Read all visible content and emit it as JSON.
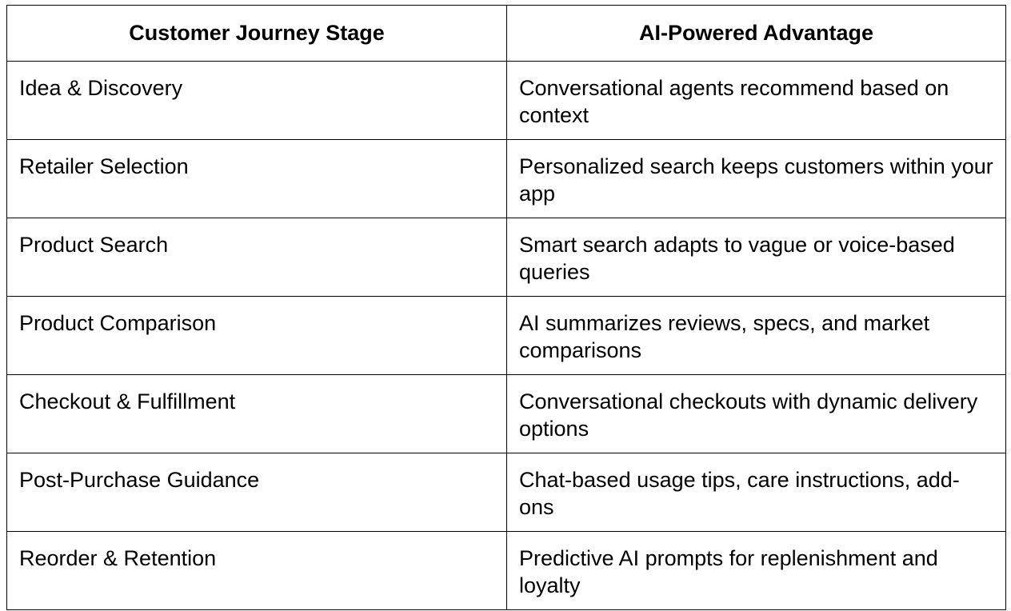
{
  "table": {
    "headers": [
      "Customer Journey Stage",
      "AI-Powered Advantage"
    ],
    "rows": [
      [
        "Idea & Discovery",
        "Conversational agents recommend based on context"
      ],
      [
        "Retailer Selection",
        "Personalized search keeps customers within your app"
      ],
      [
        "Product Search",
        "Smart search adapts to vague or voice-based queries"
      ],
      [
        "Product Comparison",
        "AI summarizes reviews, specs, and market comparisons"
      ],
      [
        "Checkout & Fulfillment",
        "Conversational checkouts with dynamic delivery options"
      ],
      [
        "Post-Purchase Guidance",
        "Chat-based usage tips, care instructions, add-ons"
      ],
      [
        "Reorder & Retention",
        "Predictive AI prompts for replenishment and loyalty"
      ]
    ]
  }
}
